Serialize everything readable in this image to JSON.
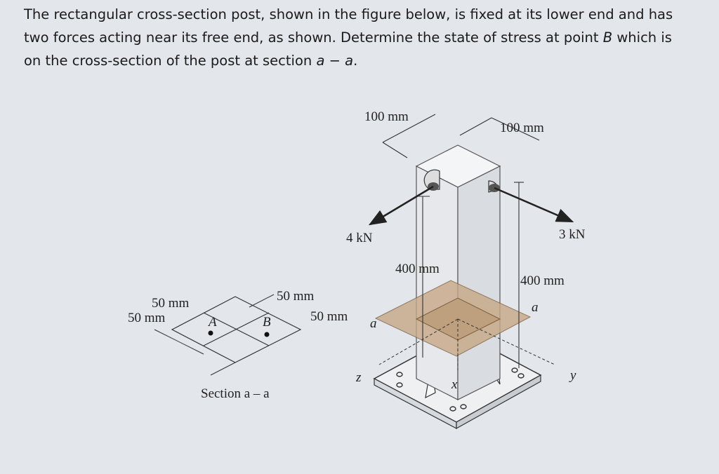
{
  "problem": {
    "lines": [
      "The rectangular cross-section post, shown in the figure below, is fixed at its lower end and has",
      "two forces acting near its free end, as shown. Determine the state of stress at point ",
      "on the cross-section of the post at section "
    ],
    "point_B": "B",
    "line2_tail": " which is",
    "section_label": "a − a",
    "line3_tail": "."
  },
  "figure": {
    "dim_top_left": "100 mm",
    "dim_top_right": "100 mm",
    "force_left": "4 kN",
    "force_right": "3 kN",
    "height_front": "400 mm",
    "height_right": "400 mm",
    "section_a_left": "a",
    "section_a_right": "a",
    "axis_z": "z",
    "axis_x": "x",
    "axis_y": "y",
    "section": {
      "dim_a": "50 mm",
      "dim_b": "50 mm",
      "dim_c": "50 mm",
      "dim_d": "50 mm",
      "point_A": "A",
      "point_B": "B",
      "caption": "Section a – a"
    }
  }
}
